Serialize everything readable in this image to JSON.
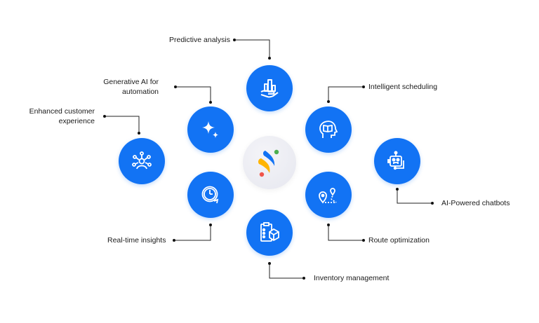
{
  "diagram": {
    "title": "",
    "hub": {
      "name": "brand-logo",
      "colors": {
        "blue": "#1273f4",
        "yellow": "#ffb400",
        "green": "#4caf50",
        "red": "#f0554a",
        "background": "#e9e9f0"
      }
    },
    "node_color": "#1273f4",
    "nodes": [
      {
        "id": "predictive",
        "label": "Predictive analysis",
        "icon": "hand-holding-chart-icon"
      },
      {
        "id": "genai",
        "label_line1": "Generative AI for",
        "label_line2": "automation",
        "icon": "sparkle-icon"
      },
      {
        "id": "customer",
        "label_line1": "Enhanced customer",
        "label_line2": "experience",
        "icon": "customer-network-icon"
      },
      {
        "id": "realtime",
        "label": "Real-time insights",
        "icon": "clock-refresh-icon"
      },
      {
        "id": "inventory",
        "label": "Inventory management",
        "icon": "clipboard-box-icon"
      },
      {
        "id": "route",
        "label": "Route optimization",
        "icon": "route-pin-icon"
      },
      {
        "id": "scheduling",
        "label": "Intelligent scheduling",
        "icon": "head-book-icon"
      },
      {
        "id": "chatbots",
        "label": "AI-Powered chatbots",
        "icon": "robot-icon"
      }
    ]
  }
}
